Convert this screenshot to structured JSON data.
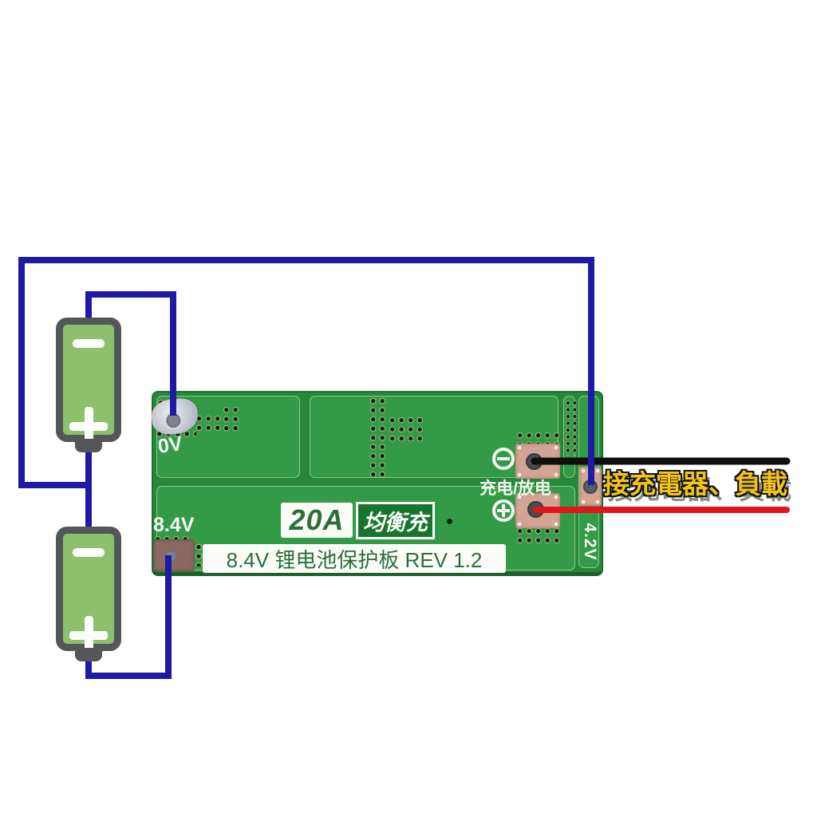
{
  "diagram": {
    "annotation": {
      "charger_load": "接充電器、負載"
    },
    "board": {
      "silkscreen": {
        "pad_b_minus": "0V",
        "pad_b_plus": "8.4V",
        "pad_cell_tap": "4.2V",
        "charge_discharge": "充电/放电"
      },
      "labels": {
        "current_rating": "20A",
        "balance_charge": "均衡充",
        "product_title": "8.4V 锂电池保护板 REV 1.2"
      }
    },
    "colors": {
      "wire_blue": "#1E1AA6",
      "wire_black": "#0E0E0E",
      "wire_red": "#E2151B",
      "board_green": "#27873A",
      "region_green": "#339B48",
      "battery_green": "#8CC06C",
      "battery_gray": "#55565A",
      "copper_pad": "#D3A493",
      "annotation_yellow": "#F2C31D"
    }
  }
}
